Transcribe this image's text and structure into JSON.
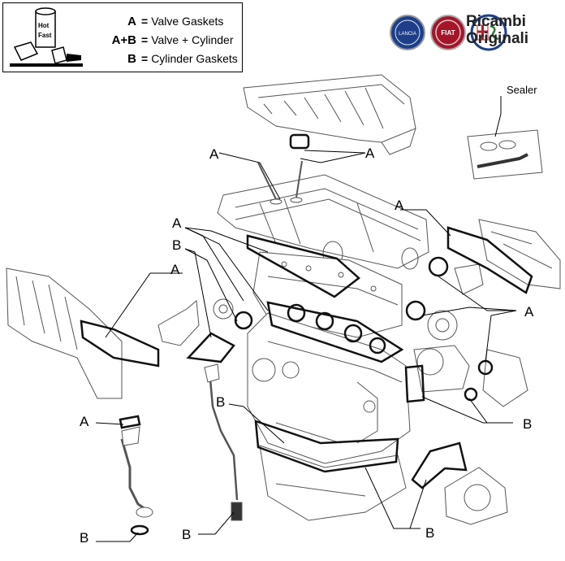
{
  "legend": {
    "rows": [
      {
        "key": "A",
        "desc": "Valve Gaskets"
      },
      {
        "key": "A+B",
        "desc": "Valve + Cylinder"
      },
      {
        "key": "B",
        "desc": "Cylinder  Gaskets"
      }
    ],
    "can_lines": [
      "Hot",
      "Fast"
    ]
  },
  "brand": {
    "badges": [
      "LANCIA",
      "FIAT",
      "ALFA ROMEO"
    ],
    "line1": "Ricambi",
    "line2": "Originali"
  },
  "sealer_label": "Sealer",
  "callouts": {
    "a": "A",
    "b": "B"
  },
  "colors": {
    "line": "#000000",
    "part": "#555555",
    "gasket": "#111111",
    "lancia": "#1d3f8a",
    "fiat": "#a3162a",
    "alfa": "#b01e28"
  }
}
